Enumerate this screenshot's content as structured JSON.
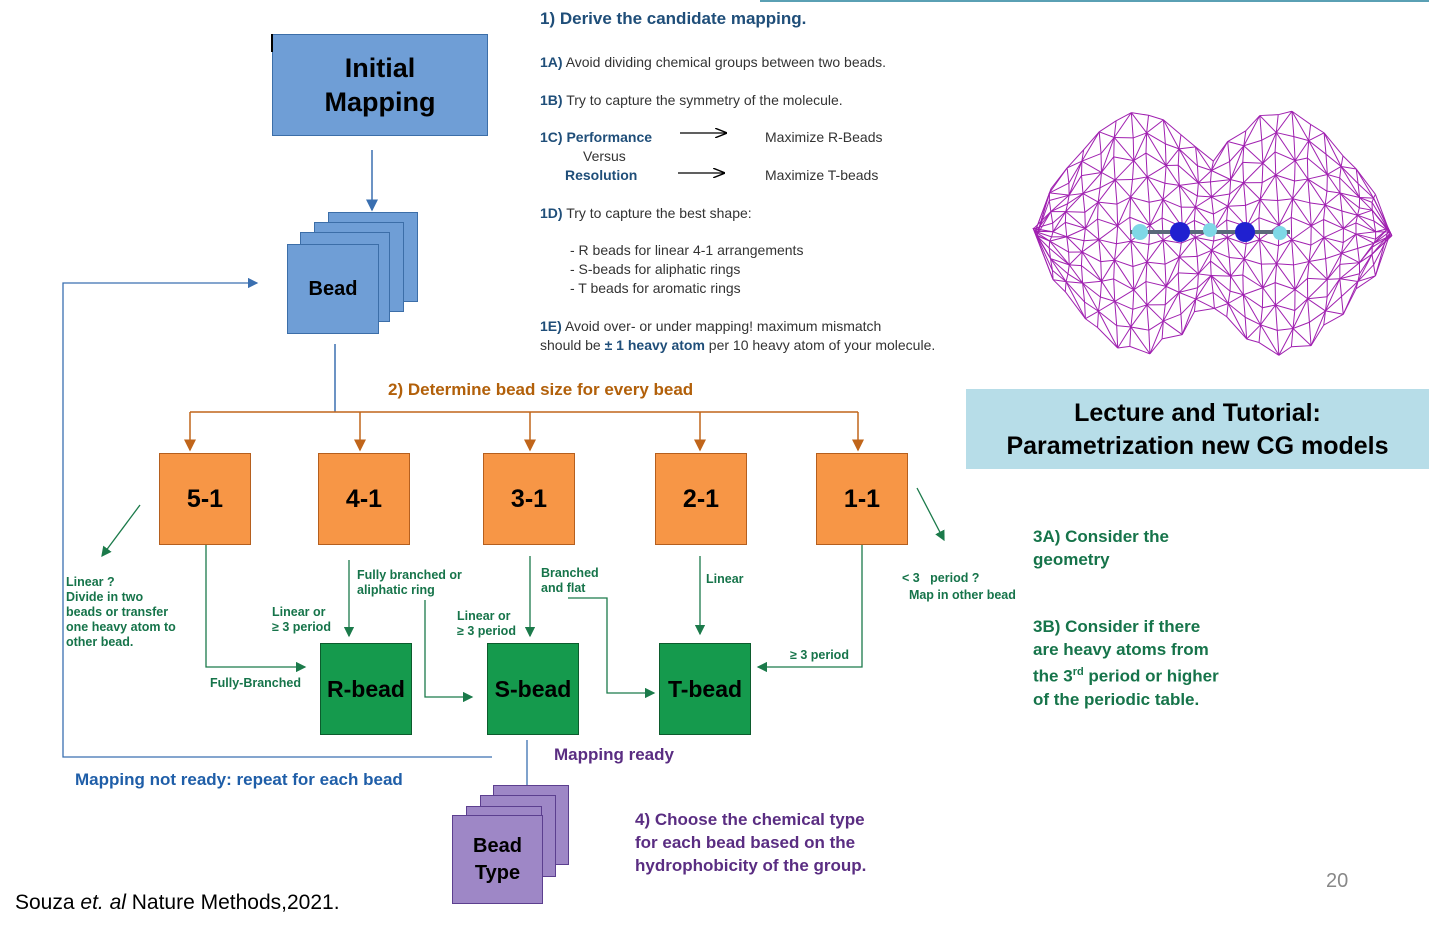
{
  "initial_mapping": "Initial\nMapping",
  "bead": "Bead",
  "step1": {
    "title": "1) Derive the candidate mapping.",
    "a_label": "1A)",
    "a_text": "Avoid dividing chemical groups between two beads.",
    "b_label": "1B)",
    "b_text": "Try to capture the symmetry of the molecule.",
    "c_label": "1C) Performance",
    "c_versus": "Versus",
    "c_resolution": "Resolution",
    "c_max_r": "Maximize R-Beads",
    "c_max_t": "Maximize T-beads",
    "d_label": "1D)",
    "d_text": "Try to capture the best shape:",
    "d_items": [
      "- R beads for linear 4-1 arrangements",
      "- S-beads for aliphatic rings",
      "- T beads for aromatic rings"
    ],
    "e_label": "1E)",
    "e_text": "Avoid over- or under mapping! maximum  mismatch",
    "e_line2_pre": "should be",
    "e_line2_bold": "± 1 heavy atom",
    "e_line2_post": "per 10  heavy atom of  your molecule."
  },
  "step2": "2) Determine bead size for every bead",
  "sizes": [
    "5-1",
    "4-1",
    "3-1",
    "2-1",
    "1-1"
  ],
  "bead_types": [
    "R-bead",
    "S-bead",
    "T-bead"
  ],
  "notes": {
    "linear_q": "Linear ?\nDivide in two\nbeads or transfer\none heavy atom to\nother bead.",
    "fully_branched": "Fully-Branched",
    "fully_branched_aliphatic": "Fully branched or\naliphatic  ring",
    "linear_or_3_a": "Linear or\n≥ 3   period",
    "linear_or_3_b": "Linear or\n≥ 3   period",
    "branched_flat": "Branched\nand flat",
    "linear": "Linear",
    "ge3_period": "≥ 3   period",
    "lt3_period": "< 3   period ?\n  Map in other bead"
  },
  "lecture": {
    "line1": "Lecture and Tutorial:",
    "line2": "Parametrization new CG models"
  },
  "step3a": "3A) Consider the\ngeometry",
  "step3b_pre": "3B) Consider if there\nare heavy atoms from\nthe 3",
  "step3b_sup": "rd",
  "step3b_post": " period or higher\nof the periodic table.",
  "mapping_ready": "Mapping ready",
  "mapping_not_ready": "Mapping not ready: repeat for each bead",
  "bead_type": "Bead\nType",
  "step4": "4) Choose the chemical type\nfor each bead based on the\nhydrophobicity  of the group.",
  "citation": {
    "pre": "Souza ",
    "italic": "et. al",
    "post": " Nature Methods,2021."
  },
  "page_number": "20",
  "colors": {
    "blue_box": "#6f9ed6",
    "orange_box": "#f79646",
    "green_box": "#159a4d",
    "purple_box": "#9e87c6",
    "lecture_bg": "#b7dde8",
    "mesh": "#a020b0"
  }
}
